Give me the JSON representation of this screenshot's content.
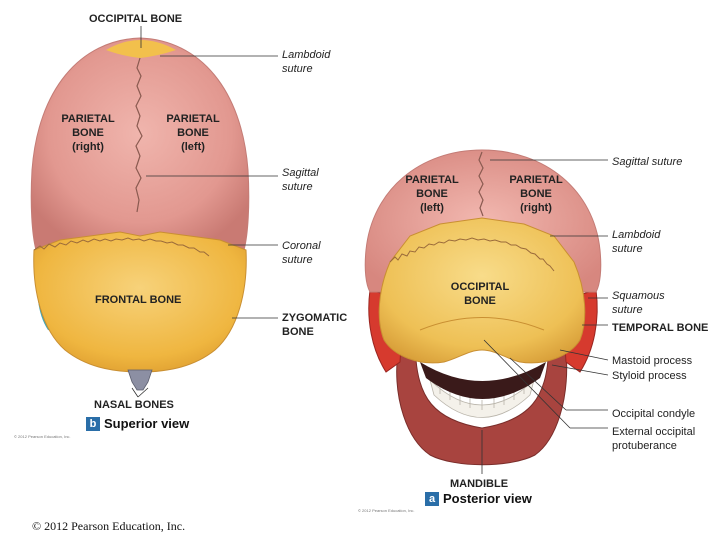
{
  "superior": {
    "occipital_bone": "OCCIPITAL BONE",
    "lambdoid_suture": [
      "Lambdoid",
      "suture"
    ],
    "parietal_right": [
      "PARIETAL",
      "BONE",
      "(right)"
    ],
    "parietal_left": [
      "PARIETAL",
      "BONE",
      "(left)"
    ],
    "sagittal_suture": [
      "Sagittal",
      "suture"
    ],
    "coronal_suture": [
      "Coronal",
      "suture"
    ],
    "frontal_bone": "FRONTAL BONE",
    "zygomatic_bone": [
      "ZYGOMATIC",
      "BONE"
    ],
    "nasal_bones": "NASAL BONES",
    "view_letter": "b",
    "view_title": "Superior view",
    "credit": "© 2012 Pearson Education, Inc."
  },
  "posterior": {
    "parietal_left": [
      "PARIETAL",
      "BONE",
      "(left)"
    ],
    "parietal_right": [
      "PARIETAL",
      "BONE",
      "(right)"
    ],
    "sagittal_suture": "Sagittal suture",
    "lambdoid_suture": [
      "Lambdoid",
      "suture"
    ],
    "occipital_bone": [
      "OCCIPITAL",
      "BONE"
    ],
    "squamous_suture": [
      "Squamous",
      "suture"
    ],
    "temporal_bone": "TEMPORAL BONE",
    "mastoid_process": "Mastoid process",
    "styloid_process": "Styloid process",
    "occipital_condyle": "Occipital condyle",
    "external_occipital": [
      "External occipital",
      "protuberance"
    ],
    "mandible": "MANDIBLE",
    "view_letter": "a",
    "view_title": "Posterior view",
    "credit": "© 2012 Pearson Education, Inc."
  },
  "copyright": "© 2012 Pearson Education, Inc.",
  "colors": {
    "parietal": "#e8a39c",
    "frontal": "#f2be45",
    "occipital": "#f0c454",
    "temporal": "#d63a2e",
    "zygomatic": "#3fa7b8",
    "mandible": "#a8443f",
    "badge": "#2a6ea8"
  }
}
